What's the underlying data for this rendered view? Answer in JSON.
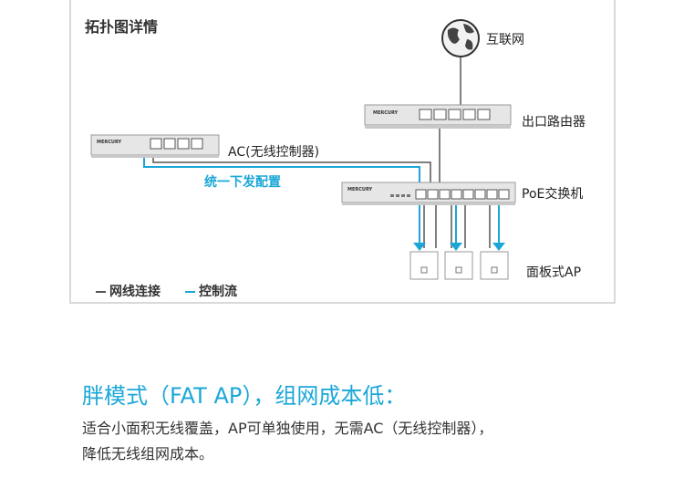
{
  "diagram": {
    "title": "拓扑图详情",
    "brand": "MERCURY",
    "labels": {
      "internet": "互联网",
      "router": "出口路由器",
      "ac": "AC(无线控制器)",
      "poe_switch": "PoE交换机",
      "panel_ap": "面板式AP",
      "sync_config": "统一下发配置"
    },
    "legend": [
      {
        "label": "网线连接",
        "color": "#555555"
      },
      {
        "label": "控制流",
        "color": "#1aa7d8"
      }
    ],
    "colors": {
      "network_line": "#555555",
      "control_flow": "#1aa7d8",
      "device": "#e6e6e6"
    }
  },
  "section": {
    "heading": "胖模式（FAT AP），组网成本低：",
    "lines": [
      "适合小面积无线覆盖，AP可单独使用，无需AC（无线控制器），",
      "降低无线组网成本。"
    ]
  }
}
